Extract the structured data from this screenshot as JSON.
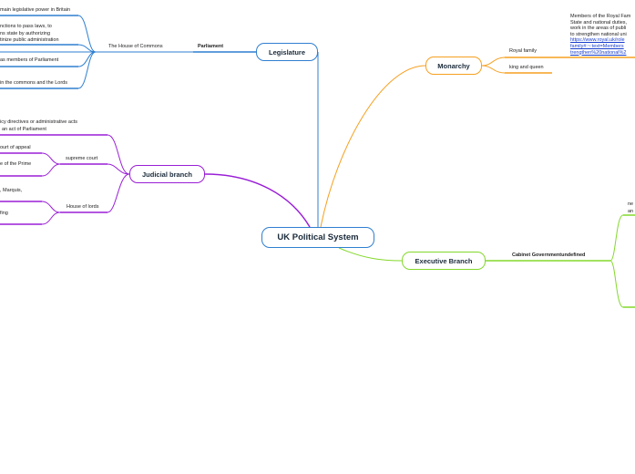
{
  "central": {
    "title": "UK Political System"
  },
  "colors": {
    "legislature": "#2f7fd0",
    "monarchy": "#f5a020",
    "judicial": "#9a1fd6",
    "executive": "#84d82c"
  },
  "legislature": {
    "title": "Legislature",
    "parliament": "Parliament",
    "commons": "The House of Commons",
    "leaves": [
      "main legislative power in Britain",
      "nctions to pass laws, to",
      "ns state by authorizing",
      "tinize public administration",
      "as members of Parliament",
      "in the commons and the Lords"
    ]
  },
  "monarchy": {
    "title": "Monarchy",
    "royal_family": "Royal family",
    "king_queen": "king and queen",
    "note": [
      "Members of the Royal Fam",
      "State and national duties,",
      "work in the areas of publi",
      "to strengthen national uni"
    ],
    "note_links": [
      "https://www.royal.uk/role",
      "family#:~:text=Members",
      "trengthen%20national%2"
    ]
  },
  "judicial": {
    "title": "Judicial branch",
    "leaves_top": [
      "icy directives or administrative acts",
      "an act of Parliament"
    ],
    "supreme_court": "supreme court",
    "supreme_leaves": [
      "ourt of appeal",
      "e of the Prime"
    ],
    "house_of_lords": "House of lords",
    "lords_leaves": [
      ", Marquis,",
      "fing"
    ]
  },
  "executive": {
    "title": "Executive Branch",
    "cabinet": "Cabinet Governmentundefined",
    "right_text": [
      "ne",
      "an"
    ]
  }
}
